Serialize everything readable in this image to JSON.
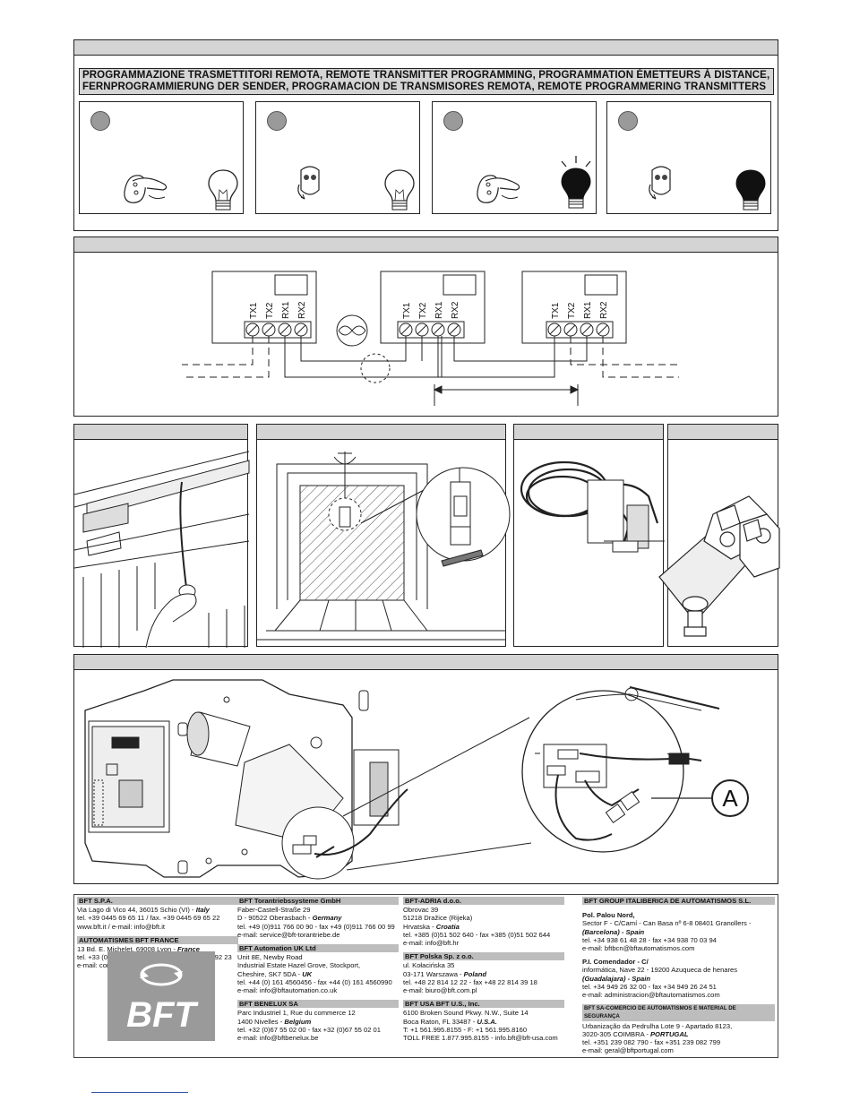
{
  "programming": {
    "title_line1": "PROGRAMMAZIONE TRASMETTITORI REMOTA, REMOTE TRANSMITTER PROGRAMMING, PROGRAMMATION ÉMETTEURS À DISTANCE,",
    "title_line2": "FERNPROGRAMMIERUNG DER SENDER, PROGRAMACION DE TRANSMISORES REMOTA, REMOTE PROGRAMMERING TRANSMITTERS"
  },
  "wiring": {
    "terminals": [
      "TX1",
      "TX2",
      "RX1",
      "RX2"
    ]
  },
  "detail_label": "A",
  "contacts": {
    "bft_spa": {
      "name": "BFT S.P.A.",
      "line1": "Via Lago di Vico 44, 36015 Schio (VI) - ",
      "country": "Italy",
      "line2": "tel. +39 0445 69 65 11 / fax. +39 0445 69 65 22",
      "line3": "www.bft.it / e-mail: info@bft.it"
    },
    "bft_france": {
      "name": "AUTOMATISMES BFT FRANCE",
      "line1": "13 Bd. E. Michelet, 69008 Lyon - ",
      "country": "France",
      "line2": "tel. +33 (0)4 78 76 09 88 - fax +33 (0)4 78 76 92 23",
      "line3": "e-mail: contacts@automatismes-bft-france.fr"
    },
    "bft_germany": {
      "name": "BFT Torantriebssysteme GmbH",
      "line1": "Faber-Castell-Straße 29",
      "line2": "D - 90522 Oberasbach - ",
      "country": "Germany",
      "line3": "tel. +49 (0)911 766 00 90 - fax +49 (0)911 766 00 99",
      "line4": "e-mail: service@bft-torantriebe.de"
    },
    "bft_uk": {
      "name": "BFT Automation UK Ltd",
      "line1": "Unit 8E, Newby Road",
      "line2": "Industrial Estate Hazel Grove, Stockport,",
      "line3": "Cheshire, SK7 5DA - ",
      "country": "UK",
      "line4": "tel. +44 (0) 161 4560456 - fax +44 (0) 161 4560990",
      "line5": "e-mail: info@bftautomation.co.uk"
    },
    "bft_benelux": {
      "name": "BFT BENELUX SA",
      "line1": "Parc Industriel 1, Rue du commerce 12",
      "line2": "1400 Nivelles - ",
      "country": "Belgium",
      "line3": "tel. +32 (0)67 55 02 00 - fax +32 (0)67 55 02 01",
      "line4": "e-mail: info@bftbenelux.be"
    },
    "bft_adria": {
      "name": "BFT-ADRIA d.o.o.",
      "line1": "Obrovac 39",
      "line2": "51218 Dražice (Rijeka)",
      "line3": "Hrvatska - ",
      "country": "Croatia",
      "line4": "tel. +385 (0)51 502 640 - fax +385 (0)51 502 644",
      "line5": "e-mail: info@bft.hr"
    },
    "bft_poland": {
      "name": "BFT Polska Sp. z o.o.",
      "line1": "ul. Kołacińska 35",
      "line2": "03-171 Warszawa - ",
      "country": "Poland",
      "line3": "tel. +48 22 814 12 22 - fax +48 22 814 39 18",
      "line4": "e-mail: biuro@bft.com.pl"
    },
    "bft_usa": {
      "name": "BFT USA BFT U.S., Inc.",
      "line1": "6100 Broken Sound Pkwy. N.W., Suite 14",
      "line2": "Boca Raton, FL 33487 - ",
      "country": "U.S.A.",
      "line3": "T: +1 561.995.8155 - F: +1 561.995.8160",
      "line4": "TOLL FREE 1.877.995.8155 - info.bft@bft-usa.com"
    },
    "bft_spain": {
      "name": "BFT GROUP ITALIBERICA DE AUTOMATISMOS S.L.",
      "b1_title": "Pol. Palou Nord,",
      "b1_line1": "Sector F - C/Camí - Can Basa nº 6-8 08401 Granollers -",
      "b1_region": "(Barcelona) - Spain",
      "b1_line2": "tel. +34 938 61 48 28 - fax +34 938 70 03 94",
      "b1_line3": "e-mail: bftbcn@bftautomatismos.com",
      "b2_title": "P.I. Comendador - C/",
      "b2_line1": "informática, Nave 22 - 19200 Azuqueca de henares",
      "b2_region": "(Guadalajara) - Spain",
      "b2_line2": "tel. +34 949 26 32 00 - fax +34 949 26 24 51",
      "b2_line3": "e-mail: administracion@bftautomatismos.com"
    },
    "bft_portugal": {
      "name": "BFT SA-COMERCIO DE AUTOMATISMOS E MATERIAL DE SEGURANÇA",
      "line1": "Urbanização da Pedrulha Lote 9 - Apartado 8123,",
      "line2": "3020-305 COIMBRA - ",
      "country": "PORTUGAL",
      "line3": "tel. +351 239 082 790 - fax +351 239 082 799",
      "line4": "e-mail: geral@bftportugal.com"
    }
  },
  "logo_text": "BFT"
}
